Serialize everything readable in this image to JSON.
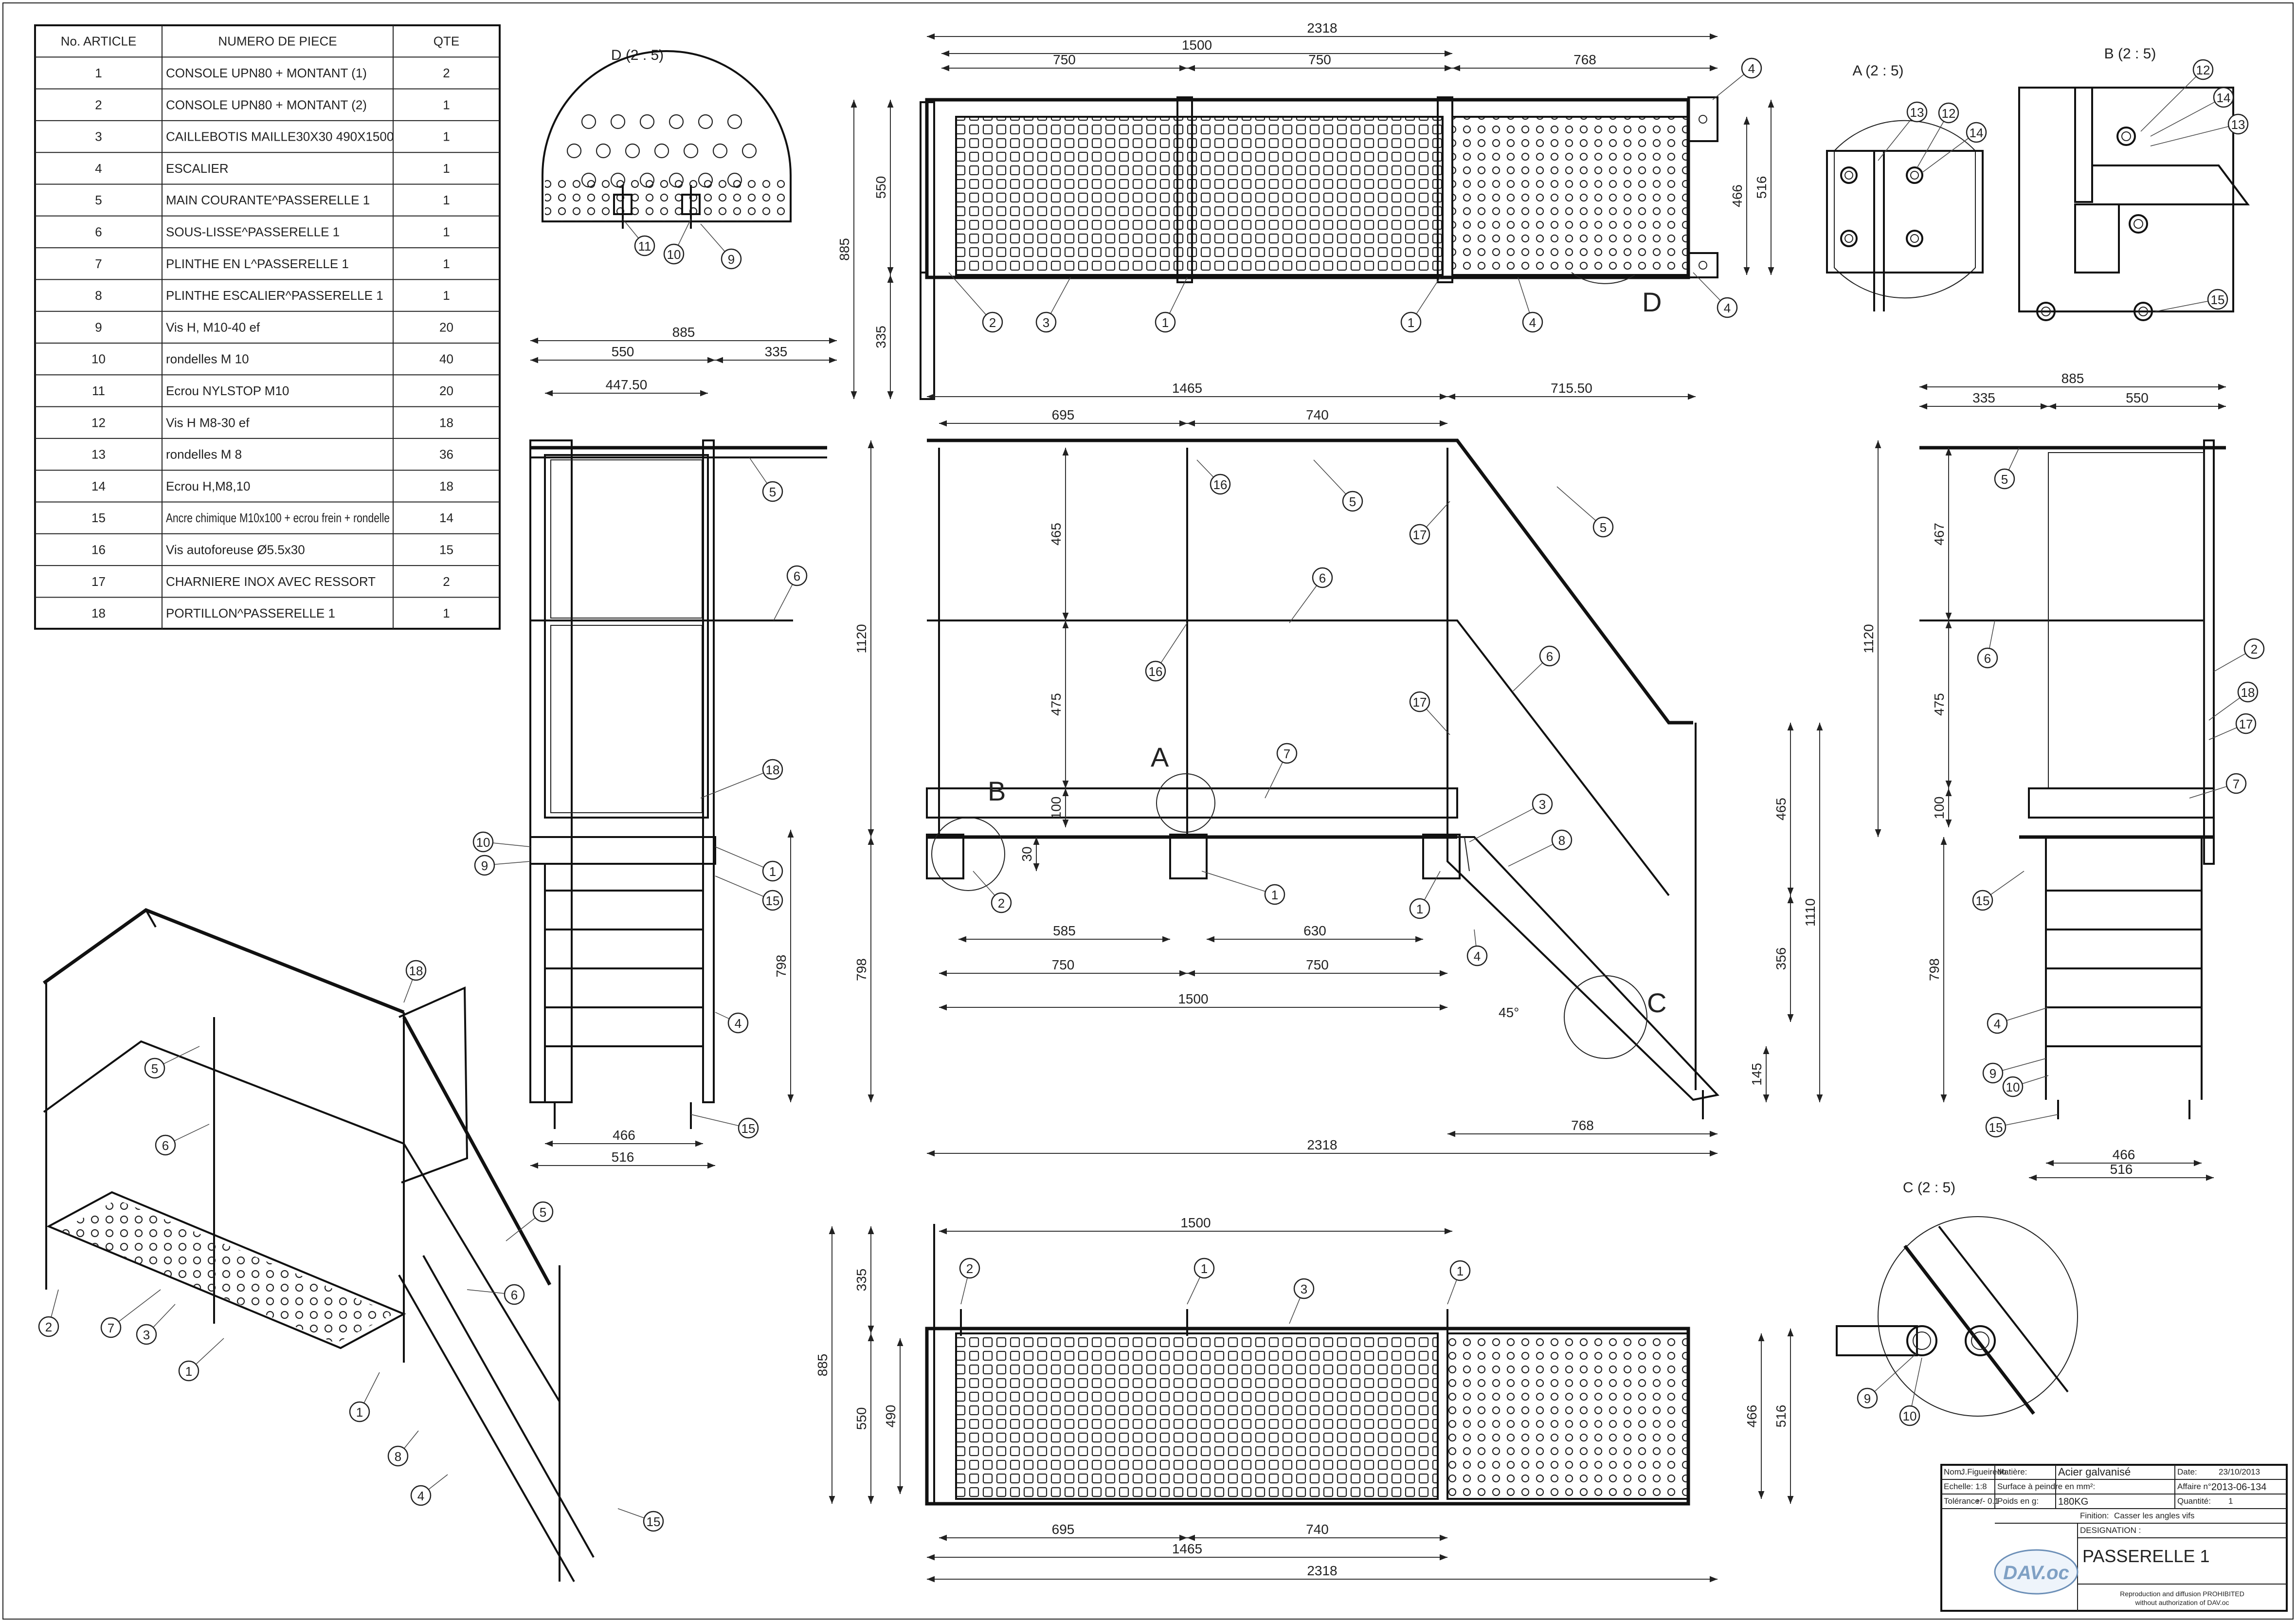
{
  "bom": {
    "headers": [
      "No. ARTICLE",
      "NUMERO DE PIECE",
      "QTE"
    ],
    "rows": [
      {
        "no": "1",
        "name": "CONSOLE UPN80 + MONTANT (1)",
        "qty": "2"
      },
      {
        "no": "2",
        "name": "CONSOLE UPN80 + MONTANT (2)",
        "qty": "1"
      },
      {
        "no": "3",
        "name": "CAILLEBOTIS MAILLE30X30 490X1500",
        "qty": "1"
      },
      {
        "no": "4",
        "name": "ESCALIER",
        "qty": "1"
      },
      {
        "no": "5",
        "name": "MAIN COURANTE^PASSERELLE 1",
        "qty": "1"
      },
      {
        "no": "6",
        "name": "SOUS-LISSE^PASSERELLE 1",
        "qty": "1"
      },
      {
        "no": "7",
        "name": "PLINTHE EN L^PASSERELLE 1",
        "qty": "1"
      },
      {
        "no": "8",
        "name": "PLINTHE ESCALIER^PASSERELLE 1",
        "qty": "1"
      },
      {
        "no": "9",
        "name": "Vis H, M10-40 ef",
        "qty": "20"
      },
      {
        "no": "10",
        "name": "rondelles M 10",
        "qty": "40"
      },
      {
        "no": "11",
        "name": "Ecrou NYLSTOP M10",
        "qty": "20"
      },
      {
        "no": "12",
        "name": "Vis H M8-30 ef",
        "qty": "18"
      },
      {
        "no": "13",
        "name": "rondelles M 8",
        "qty": "36"
      },
      {
        "no": "14",
        "name": "Ecrou H,M8,10",
        "qty": "18"
      },
      {
        "no": "15",
        "name": "Ancre chimique M10x100 + ecrou frein + rondelle",
        "qty": "14"
      },
      {
        "no": "16",
        "name": "Vis autoforeuse Ø5.5x30",
        "qty": "15"
      },
      {
        "no": "17",
        "name": "CHARNIERE INOX AVEC RESSORT",
        "qty": "2"
      },
      {
        "no": "18",
        "name": "PORTILLON^PASSERELLE 1",
        "qty": "1"
      }
    ]
  },
  "views": {
    "detail_d": "D (2 : 5)",
    "detail_a": "A (2 : 5)",
    "detail_b": "B (2 : 5)",
    "detail_c": "C (2 : 5)"
  },
  "labels": {
    "a": "A",
    "b": "B",
    "c": "C",
    "d": "D"
  },
  "angle": "45°",
  "dims": {
    "top_2318": "2318",
    "top_1500": "1500",
    "top_750a": "750",
    "top_750b": "750",
    "top_768": "768",
    "top_550": "550",
    "top_335": "335",
    "top_885": "885",
    "top_466": "466",
    "top_516": "516",
    "left_885": "885",
    "left_550": "550",
    "left_335": "335",
    "left_447": "447.50",
    "left_1120": "1120",
    "left_798": "798",
    "left_466": "466",
    "left_516": "516",
    "front_1465": "1465",
    "front_715": "715.50",
    "front_695": "695",
    "front_740": "740",
    "front_465": "465",
    "front_475": "475",
    "front_100": "100",
    "front_30": "30",
    "front_585": "585",
    "front_630": "630",
    "front_750a": "750",
    "front_750b": "750",
    "front_1500": "1500",
    "front_1120": "1120",
    "front_798": "798",
    "front_2318": "2318",
    "front_768": "768",
    "front_465r": "465",
    "front_1110": "1110",
    "front_356": "356",
    "front_145": "145",
    "right_885": "885",
    "right_335": "335",
    "right_550": "550",
    "right_467": "467",
    "right_1120": "1120",
    "right_475": "475",
    "right_100": "100",
    "right_798": "798",
    "right_466": "466",
    "right_516": "516",
    "bot_1500": "1500",
    "bot_335": "335",
    "bot_885": "885",
    "bot_550": "550",
    "bot_490": "490",
    "bot_466": "466",
    "bot_516": "516",
    "bot_695": "695",
    "bot_740": "740",
    "bot_1465": "1465",
    "bot_2318": "2318"
  },
  "title_block": {
    "nom_label": "Nom:",
    "nom": "J.Figueiredo",
    "matiere_label": "Matière:",
    "matiere": "Acier galvanisé",
    "date_label": "Date:",
    "date": "23/10/2013",
    "echelle_label": "Echelle:",
    "echelle": "1:8",
    "surface_label": "Surface à peindre en mm²:",
    "affaire_label": "Affaire n°:",
    "affaire": "2013-06-134",
    "tolerance_label": "Tolérance:",
    "tolerance": "+/- 0.1",
    "poids_label": "Poids en g:",
    "poids": "180KG",
    "quantite_label": "Quantité:",
    "quantite": "1",
    "finition_label": "Finition:",
    "finition": "Casser les angles vifs",
    "designation_label": "DESIGNATION :",
    "designation": "PASSERELLE 1",
    "notice_1": "Reproduction and diffusion PROHIBITED",
    "notice_2": "without authorization of DAV.oc",
    "logo": "DAV.oc"
  }
}
